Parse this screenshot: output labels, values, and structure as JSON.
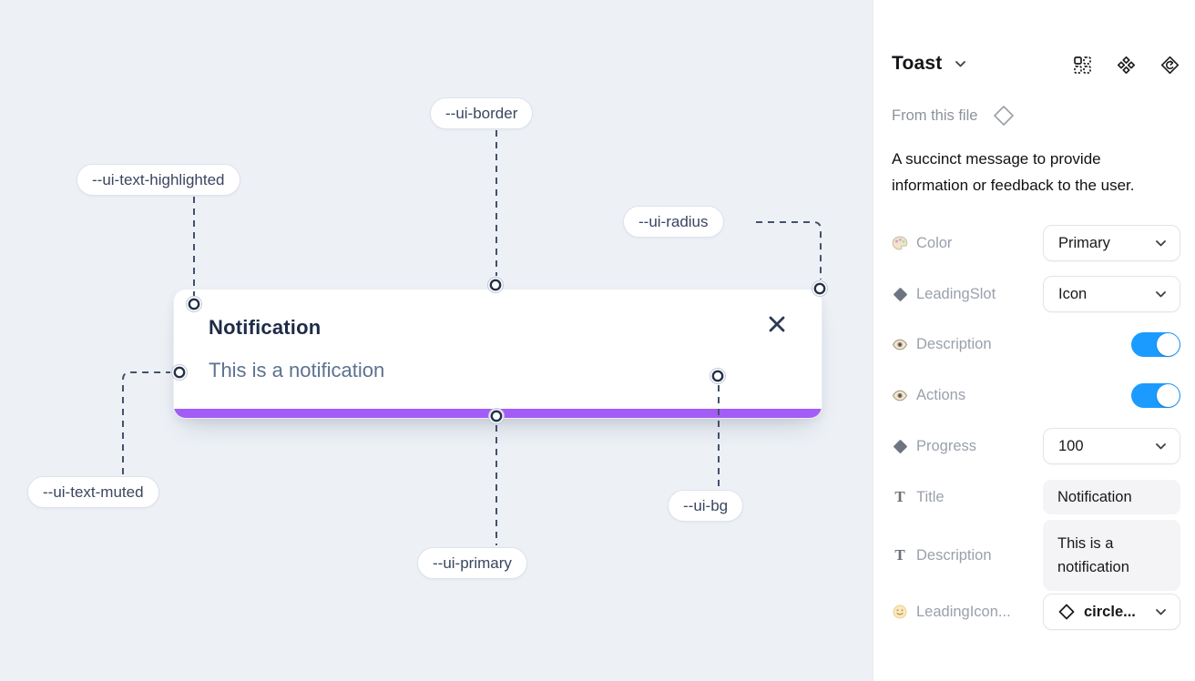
{
  "canvas": {
    "toast": {
      "title": "Notification",
      "description": "This is a notification"
    },
    "annotations": [
      {
        "label": "--ui-border"
      },
      {
        "label": "--ui-text-highlighted"
      },
      {
        "label": "--ui-radius"
      },
      {
        "label": "--ui-text-muted"
      },
      {
        "label": "--ui-primary"
      },
      {
        "label": "--ui-bg"
      }
    ],
    "colors": {
      "canvas_bg": "#edf1f6",
      "progress_bar": "#a35cf5",
      "connector_line": "#44516b"
    }
  },
  "panel": {
    "title": "Toast",
    "source_label": "From this file",
    "description": "A succinct message to provide information or feedback to the user.",
    "rows": [
      {
        "label": "Color",
        "icon": "palette-icon",
        "control": "select",
        "value": "Primary"
      },
      {
        "label": "LeadingSlot",
        "icon": "diamond-icon",
        "control": "select",
        "value": "Icon"
      },
      {
        "label": "Description",
        "icon": "eye-icon",
        "control": "toggle",
        "state": "on"
      },
      {
        "label": "Actions",
        "icon": "eye-icon",
        "control": "toggle",
        "state": "on"
      },
      {
        "label": "Progress",
        "icon": "diamond-icon",
        "control": "select",
        "value": "100"
      },
      {
        "label": "Title",
        "icon": "text-icon",
        "control": "text",
        "value": "Notification"
      },
      {
        "label": "Description",
        "icon": "text-icon",
        "control": "text",
        "value": "This is a notification"
      },
      {
        "label": "LeadingIcon...",
        "icon": "smiley-icon",
        "control": "select",
        "value": "circle..."
      }
    ],
    "colors": {
      "toggle_on": "#1b9bff"
    }
  }
}
